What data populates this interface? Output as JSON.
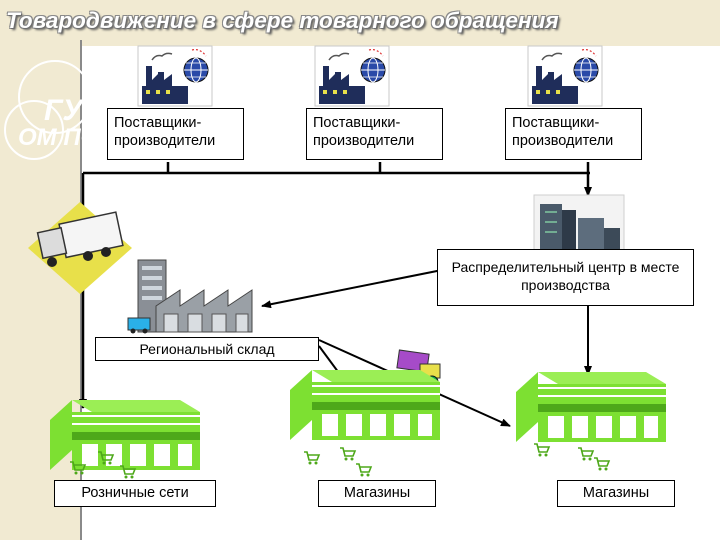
{
  "title": "Товародвижение в сфере товарного обращения",
  "logo": {
    "line1": "ГУ",
    "line2": "ОМ ПО"
  },
  "suppliers": [
    {
      "label": "Поставщики-производители"
    },
    {
      "label": "Поставщики-производители"
    },
    {
      "label": "Поставщики-производители"
    }
  ],
  "distribution_center": {
    "label": "Распределительный центр в месте производства"
  },
  "regional_warehouse": {
    "label": "Региональный склад"
  },
  "outlets": [
    {
      "label": "Розничные сети"
    },
    {
      "label": "Магазины"
    },
    {
      "label": "Магазины"
    }
  ],
  "colors": {
    "store": "#7de032",
    "store_dark": "#4ea81a",
    "factory": "#1f2d5a",
    "title_bg": "#f1ead2",
    "truck_accent": "#e8e04a"
  },
  "icons": [
    "factory-icon",
    "globe-icon",
    "truck-icon",
    "warehouse-icon",
    "skyscraper-icon",
    "store-icon",
    "shopping-cart-icon",
    "cargo-vehicle-icon"
  ]
}
